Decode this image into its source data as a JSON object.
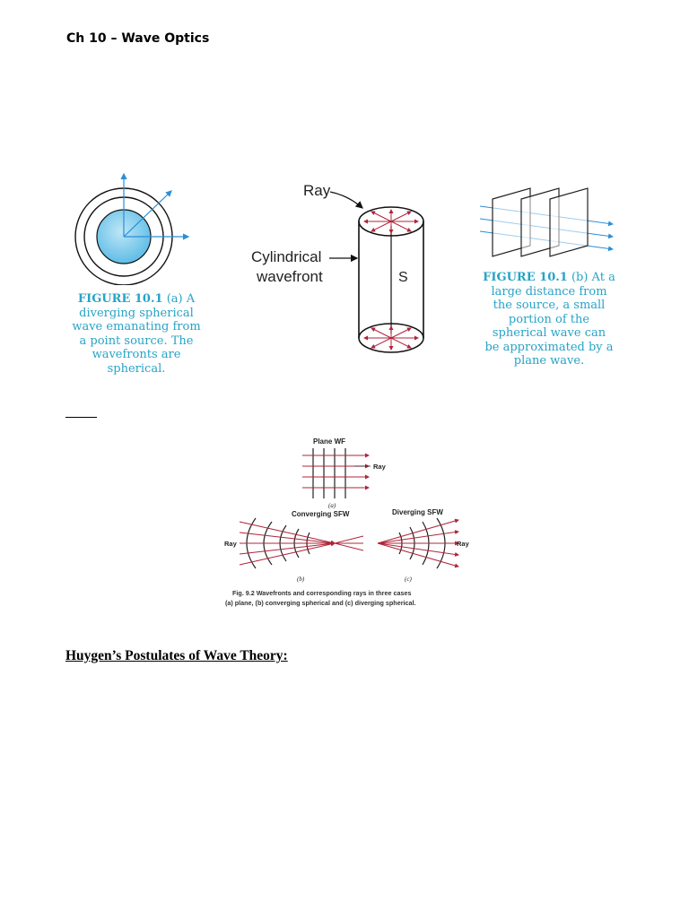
{
  "document": {
    "title": "Ch 10 – Wave Optics",
    "heading": "Huygen’s Postulates of Wave Theory:"
  },
  "figure_a": {
    "label": "FIGURE 10.1",
    "caption_parts": [
      "(a) A",
      "diverging spherical",
      "wave emanating from",
      "a point source. The",
      "wavefronts are",
      "spherical."
    ]
  },
  "figure_cyl": {
    "ray_label": "Ray",
    "wavefront_label_1": "Cylindrical",
    "wavefront_label_2": "wavefront",
    "source_label": "S"
  },
  "figure_b": {
    "label": "FIGURE 10.1",
    "caption_parts": [
      "(b) At a",
      "large distance from",
      "the source, a small",
      "portion of the",
      "spherical wave can",
      "be approximated by a",
      "plane wave."
    ]
  },
  "figure_92": {
    "plane_title": "Plane WF",
    "ray": "Ray",
    "sub_a": "(a)",
    "converging_title": "Converging SFW",
    "diverging_title": "Diverging SFW",
    "sub_b": "(b)",
    "sub_c": "(c)",
    "caption_line1": "Fig. 9.2  Wavefronts and corresponding rays in three cases",
    "caption_line2": "(a) plane, (b) converging spherical and (c) diverging spherical."
  },
  "colors": {
    "accent": "#27a3c7",
    "sphere_fill": "#6ec5ea",
    "ray_red": "#b0243a"
  }
}
